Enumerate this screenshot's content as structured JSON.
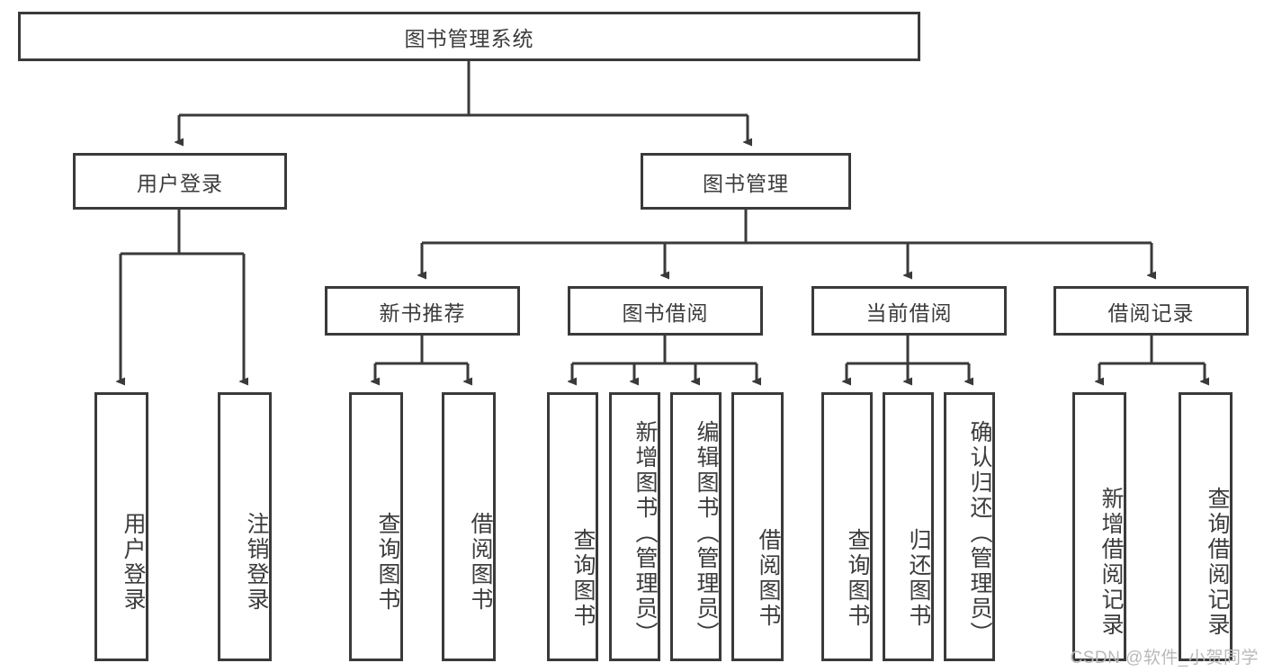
{
  "diagram": {
    "title": "图书管理系统",
    "type": "tree-hierarchy-diagram",
    "watermark": "CSDN @软件_小贺同学",
    "colors": {
      "box_border": "#3a3a3a",
      "box_fill": "#ffffff",
      "text": "#3c3c3c",
      "edge": "#3a3a3a",
      "watermark": "#b9b9b9",
      "background": "#ffffff"
    },
    "root": {
      "label": "图书管理系统"
    },
    "level2": [
      {
        "label": "用户登录"
      },
      {
        "label": "图书管理"
      }
    ],
    "level3": [
      {
        "label": "新书推荐"
      },
      {
        "label": "图书借阅"
      },
      {
        "label": "当前借阅"
      },
      {
        "label": "借阅记录"
      }
    ],
    "leaves": {
      "user_login": [
        {
          "label": "用户登录"
        },
        {
          "label": "注销登录"
        }
      ],
      "new_book_recommend": [
        {
          "label": "查询图书"
        },
        {
          "label": "借阅图书"
        }
      ],
      "book_borrow": [
        {
          "label": "查询图书"
        },
        {
          "label": "新增图书（管理员）"
        },
        {
          "label": "编辑图书（管理员）"
        },
        {
          "label": "借阅图书"
        }
      ],
      "current_borrow": [
        {
          "label": "查询图书"
        },
        {
          "label": "归还图书"
        },
        {
          "label": "确认归还（管理员）"
        }
      ],
      "borrow_record": [
        {
          "label": "新增借阅记录"
        },
        {
          "label": "查询借阅记录"
        }
      ]
    }
  }
}
